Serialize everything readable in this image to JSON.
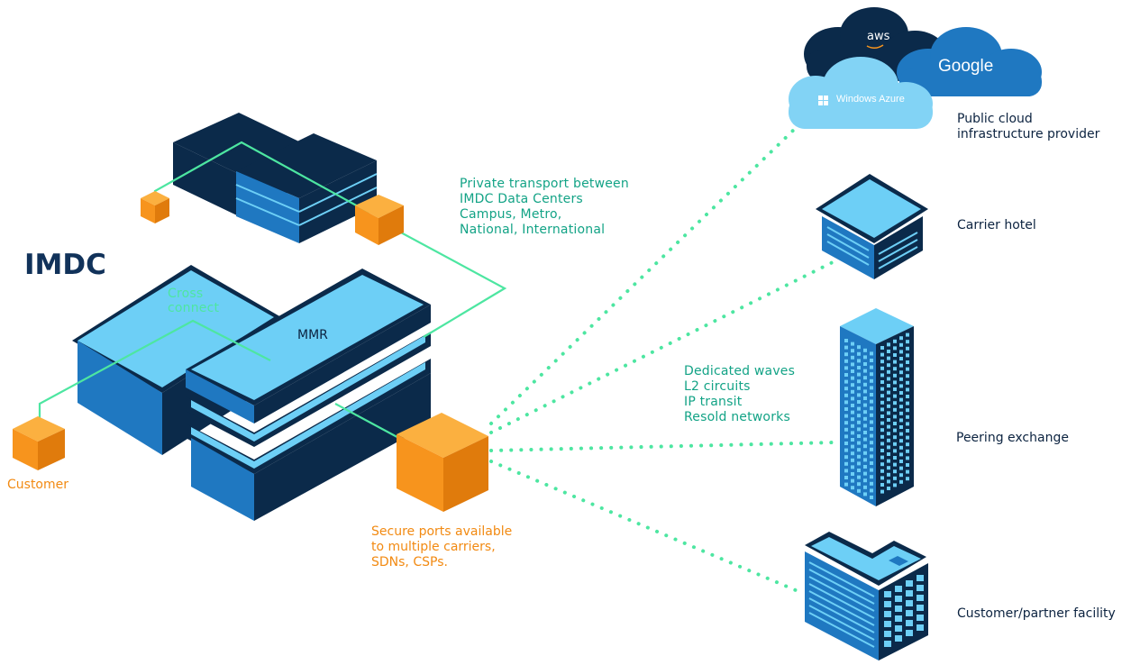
{
  "title": "IMDC",
  "labels": {
    "cross_connect": "Cross\nconnect",
    "mmr": "MMR",
    "customer": "Customer",
    "private_transport": "Private transport between\nIMDC Data Centers\nCampus, Metro,\nNational, International",
    "services": "Dedicated waves\nL2 circuits\nIP transit\nResold networks",
    "secure_ports": "Secure ports available\nto multiple carriers,\nSDNs, CSPs."
  },
  "destinations": {
    "public_cloud": "Public cloud\ninfrastructure provider",
    "carrier_hotel": "Carrier hotel",
    "peering_exchange": "Peering exchange",
    "customer_partner": "Customer/partner facility"
  },
  "cloud_logos": {
    "aws": "aws",
    "google": "Google",
    "azure": "Windows Azure"
  },
  "colors": {
    "dark_navy": "#0b2a4a",
    "blue": "#1f78c1",
    "light_blue": "#6dcff6",
    "orange": "#f7941d",
    "green_line": "#4de6a1",
    "green_text": "#13a386"
  }
}
